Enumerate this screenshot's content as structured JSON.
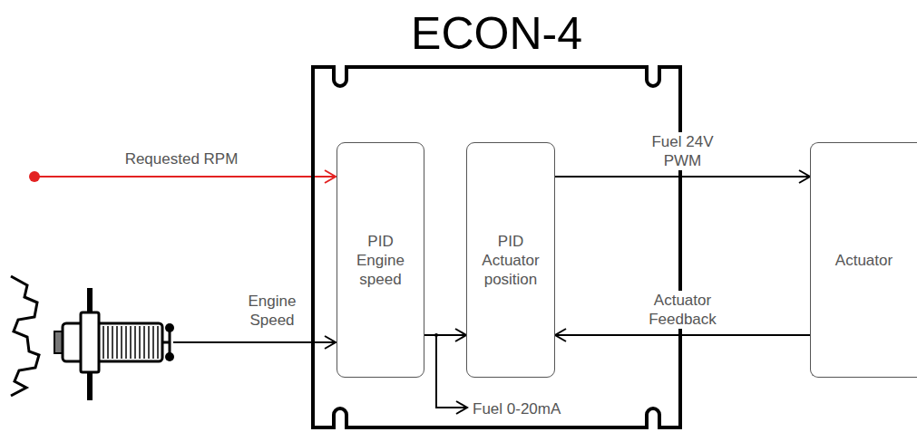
{
  "diagram": {
    "nodes": [
      {
        "text": [
          "ECON-4"
        ]
      },
      {
        "text": [
          "PID Engine speed"
        ],
        "in": 0
      },
      {
        "text": [
          "PID Actuator position"
        ],
        "in": 0
      },
      {
        "text": [
          "Actuator"
        ]
      }
    ],
    "edges": [
      {
        "from": 1,
        "to": 2,
        "arrow": "to"
      },
      {
        "from": 2,
        "to": 3,
        "label": "Fuel 24V PWM",
        "arrow": "to"
      },
      {
        "from": 3,
        "to": 2,
        "label": "Actuator Feedback",
        "arrow": "to"
      }
    ],
    "labels": [
      "Requested RPM",
      "Engine Speed",
      "Fuel 0-20mA"
    ]
  }
}
